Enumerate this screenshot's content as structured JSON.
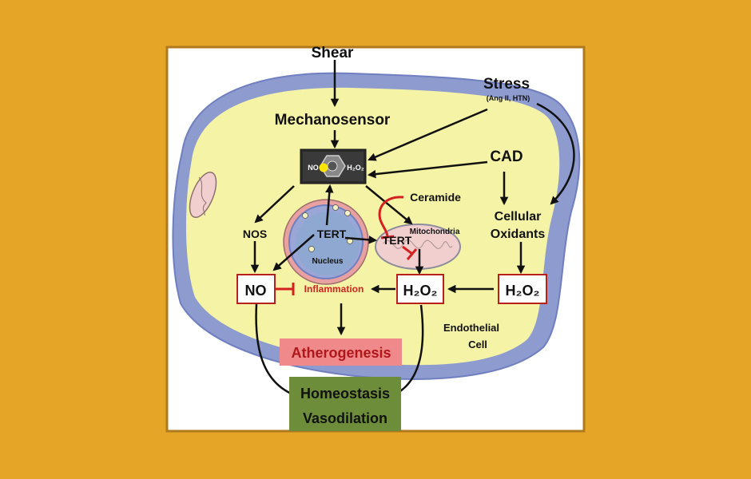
{
  "colors": {
    "page_background": "#e5a628",
    "panel_background": "#ffffff",
    "panel_border": "#b07a1c",
    "cell_fill": "#f5f3a6",
    "cell_membrane": "#8e9bcf",
    "nucleus_fill": "#8fa8d2",
    "mitochondria_fill": "#f1cfcf",
    "inhibit_red": "#d42020",
    "atherogenesis_fill": "#f08a8a",
    "homeostasis_fill": "#6e8d3b"
  },
  "labels": {
    "shear": "Shear",
    "mechanosensor": "Mechanosensor",
    "stress": "Stress",
    "stress_sub": "(Ang II, HTN)",
    "cad": "CAD",
    "sensor_no": "NO",
    "sensor_h2o2": "H₂O₂",
    "ceramide": "Ceramide",
    "cellular": "Cellular",
    "oxidants": "Oxidants",
    "nos": "NOS",
    "tert_nucleus": "TERT",
    "nucleus": "Nucleus",
    "tert_mito": "TERT",
    "mitochondria": "Mitochondria",
    "no_box": "NO",
    "inflammation": "Inflammation",
    "h2o2_center": "H₂O₂",
    "h2o2_right": "H₂O₂",
    "endothelial": "Endothelial",
    "cell": "Cell",
    "atherogenesis": "Atherogenesis",
    "homeostasis": "Homeostasis",
    "vasodilation": "Vasodilation"
  }
}
